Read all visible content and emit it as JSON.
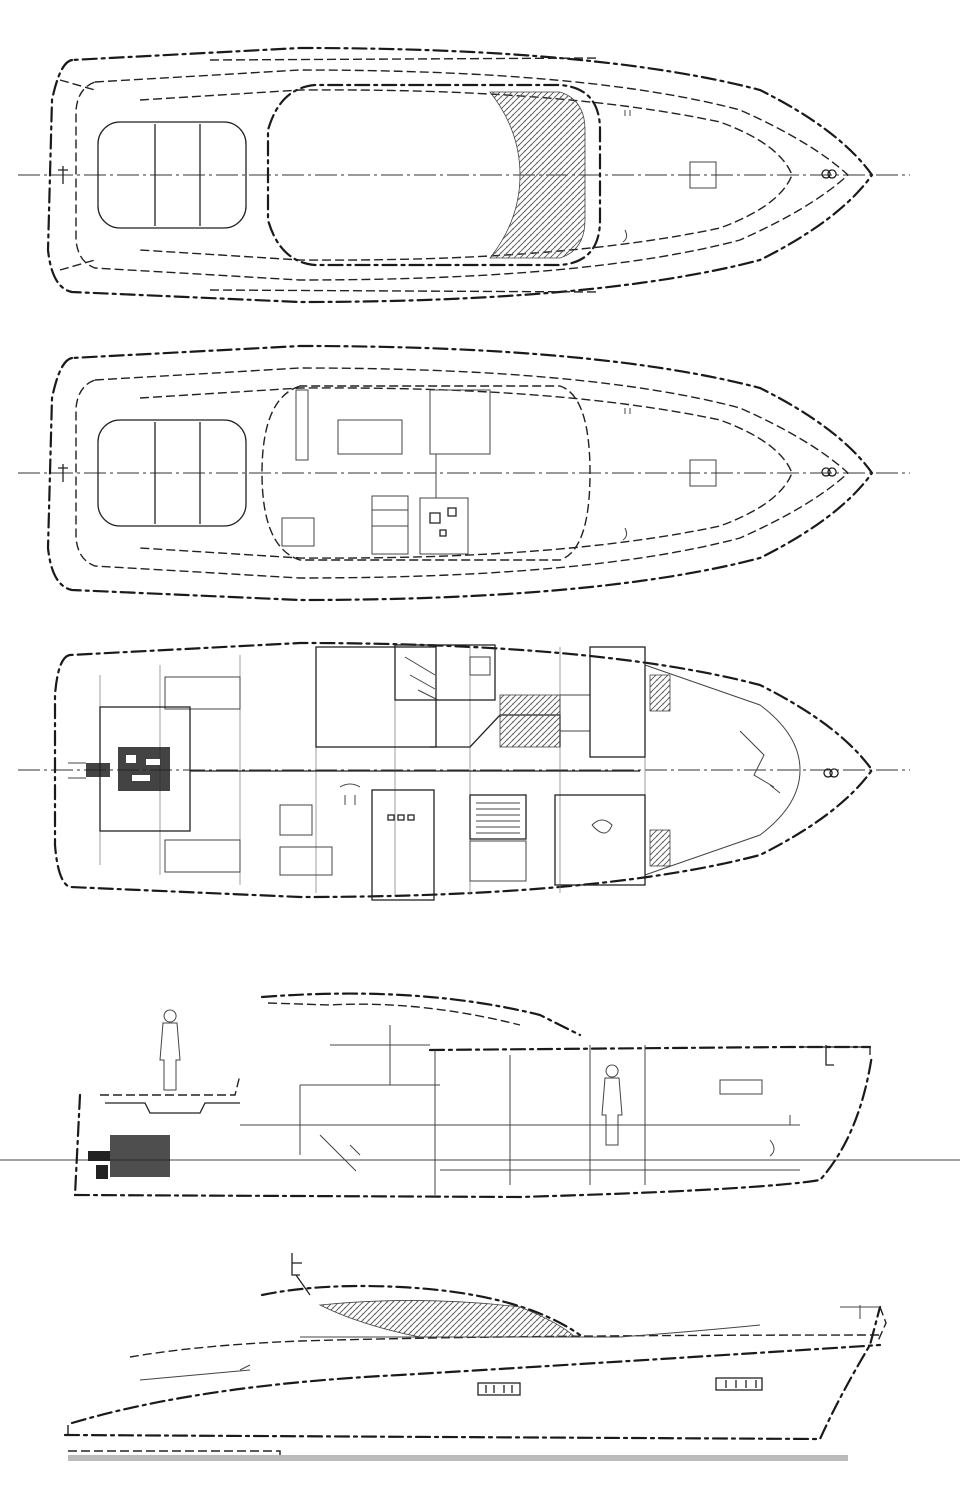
{
  "drawing": {
    "views": [
      "deck-plan-top",
      "deck-plan-hardtop-removed",
      "lower-deck-interior-plan",
      "longitudinal-section",
      "side-profile"
    ]
  },
  "colors": {
    "line": "#1a1a1a",
    "background": "#ffffff",
    "hatch": "#555555"
  }
}
